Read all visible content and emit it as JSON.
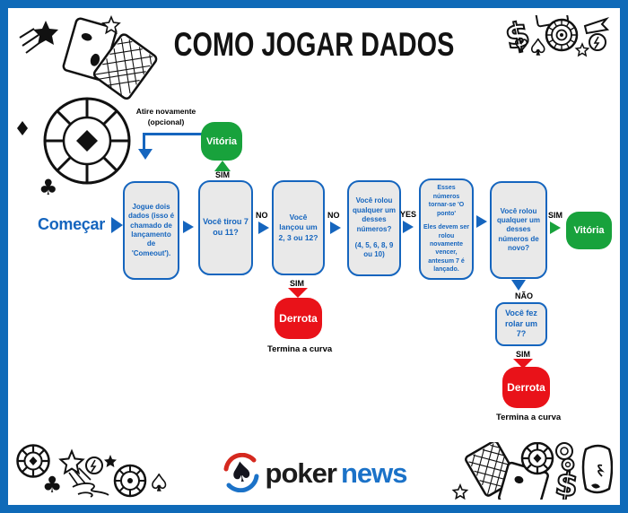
{
  "title": "COMO JOGAR DADOS",
  "start": {
    "label": "Começar"
  },
  "loop_note": {
    "line1": "Atire novamente",
    "line2": "(opcional)"
  },
  "boxes": {
    "b1": "Jogue dois dados (isso é chamado de lançamento de 'Comeout').",
    "b2": "Você tirou 7 ou 11?",
    "b3": "Você lançou um 2, 3 ou 12?",
    "b4a": "Você rolou qualquer um desses números?",
    "b4b": "(4, 5, 6, 8, 9 ou 10)",
    "b5a": "Esses números tornar-se 'O ponto'",
    "b5b": "Eles devem ser rolou novamente vencer, antesum 7 é lançado.",
    "b6": "Você rolou qualquer um desses números de novo?",
    "b7": "Você fez rolar um 7?"
  },
  "labels": {
    "sim": "SIM",
    "nao": "NÃO",
    "no": "NO",
    "yes": "YES",
    "end_turn": "Termina a curva"
  },
  "terminals": {
    "win": "Vitória",
    "lose": "Derrota"
  },
  "logo": {
    "part1": "poker",
    "part2": "news"
  },
  "colors": {
    "blue": "#1565be",
    "frame": "#0f6ab8",
    "green": "#18a23c",
    "red": "#e91219",
    "box_fill": "#e9e9e9",
    "brand_red": "#d5291f",
    "brand_blue": "#1b72c8",
    "logo_poker": "#1c1c1c"
  }
}
